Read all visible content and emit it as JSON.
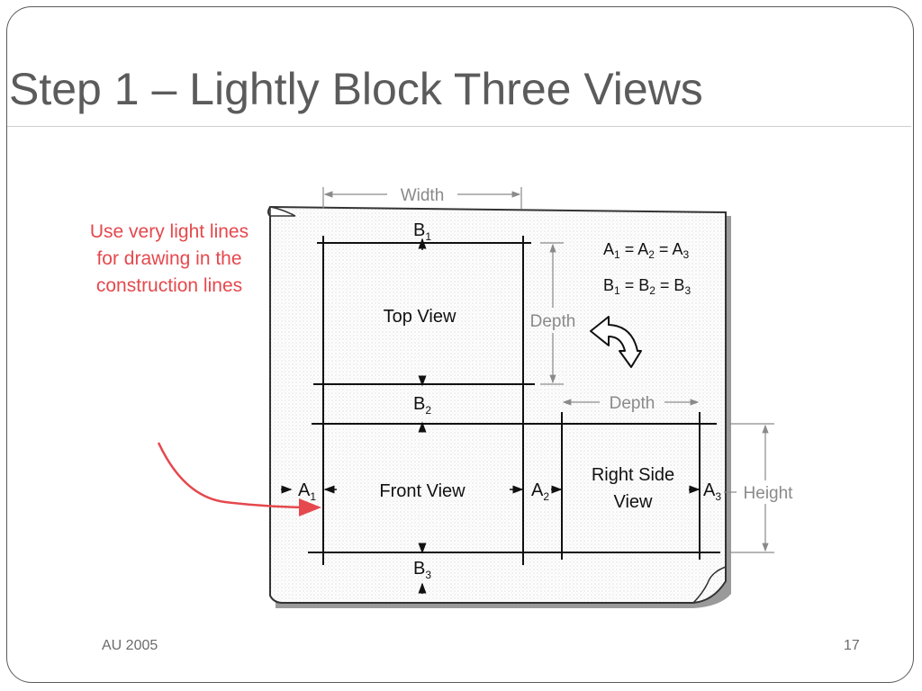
{
  "slide": {
    "title": "Step 1 – Lightly Block Three Views",
    "annotation": "Use very light lines for drawing in the construction lines",
    "footer_left": "AU 2005",
    "page_number": "17"
  },
  "diagram": {
    "views": {
      "top": "Top View",
      "front": "Front View",
      "right_line1": "Right Side",
      "right_line2": "View"
    },
    "dimensions": {
      "width": "Width",
      "depth_vertical": "Depth",
      "depth_horizontal": "Depth",
      "height": "Height"
    },
    "spacing_labels": {
      "b1": "B",
      "b1_sub": "1",
      "b2": "B",
      "b2_sub": "2",
      "b3": "B",
      "b3_sub": "3",
      "a1": "A",
      "a1_sub": "1",
      "a2": "A",
      "a2_sub": "2",
      "a3": "A",
      "a3_sub": "3"
    },
    "equations": {
      "a_line": [
        "A",
        "1",
        " = A",
        "2",
        " = A",
        "3"
      ],
      "b_line": [
        "B",
        "1",
        " = B",
        "2",
        " = B",
        "3"
      ]
    },
    "colors": {
      "annotation": "#e5484d",
      "construction_line": "#111111",
      "dimension_line": "#8a8a8a",
      "paper_shadow": "#bdbdbd"
    },
    "icons": [
      "rotate-arrow-icon",
      "pointer-arrow-icon"
    ]
  }
}
